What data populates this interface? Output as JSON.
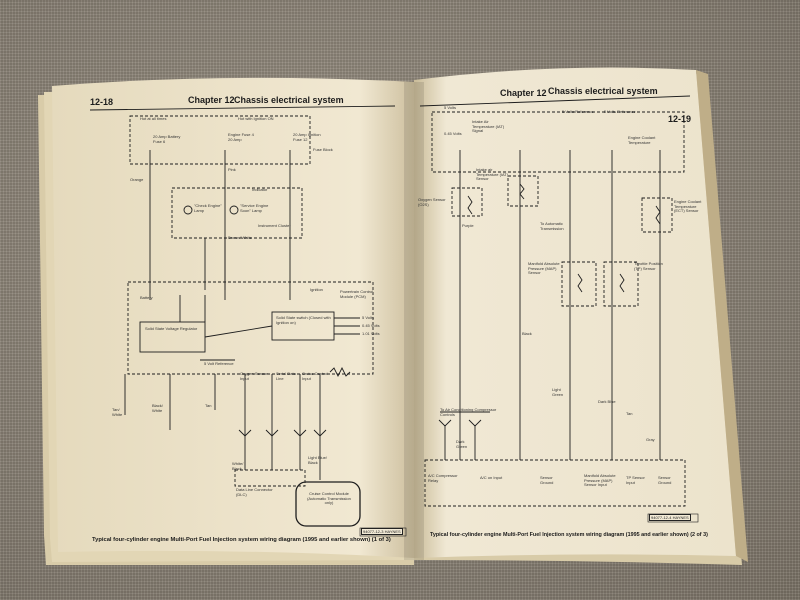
{
  "left_page": {
    "page_number": "12-18",
    "chapter": "Chapter 12",
    "section": "Chassis electrical system",
    "caption": "Typical four-cylinder engine Multi-Port Fuel Injection system wiring diagram (1995 and earlier shown) (1 of 3)",
    "figure_code": "94077-12-3 HAYNES",
    "labels": {
      "hot_at_all_times": "Hot at all times",
      "hot_with_ignition_on": "Hot with Ignition ON",
      "fuse_battery": "20 Amp Battery Fuse 6",
      "fuse_engine": "Engine Fuse 4 20 Amp",
      "fuse_ign": "20 Amp Ignition Fuse 12",
      "fuse_block": "Fuse Block",
      "indicator": "Indicator",
      "check_lamp": "\"Check Engine\" Lamp",
      "service_lamp": "\"Service Engine Soon\" Lamp",
      "instrument_cluster": "Instrument Cluster",
      "battery": "Battery",
      "ignition": "Ignition",
      "pcm": "Powertrain Control Module (PCM)",
      "voltage_regulator": "Solid State Voltage Regulator",
      "solid_state_switch": "Solid State switch (Closed with Ignition on)",
      "five_volts": "5 Volts",
      "point45_volts": "0.45 Volts",
      "one01_volts": "1.01 Volts",
      "ref_5v": "5 Volt Reference",
      "oxygen_sensor_input": "Oxygen Sensor Input",
      "serial_data_line": "Serial Data Line",
      "cruise_control_input": "Cruise Control Input",
      "dlc": "Data Line Connector (DLC)",
      "cruise_module": "Cruise Control Module (Automatic Transmission only)",
      "wire_orange": "Orange",
      "wire_tan_white": "Tan/ White",
      "wire_black_white": "Black/ White",
      "wire_white_black": "White/ Black",
      "wire_light_blue_black": "Light Blue/ Black",
      "wire_tan": "Tan",
      "wire_pink": "Pink",
      "wire_brown_white": "Brown/ White"
    }
  },
  "right_page": {
    "page_number": "12-19",
    "chapter": "Chapter 12",
    "section": "Chassis electrical system",
    "caption": "Typical four-cylinder engine Multi-Port Fuel Injection system wiring diagram (1995 and earlier shown) (2 of 3)",
    "figure_code": "94077-12-4 HAYNES",
    "labels": {
      "five_volts_a": "5 Volts",
      "five_volts_b": "5 Volts Reference",
      "five_volts_c": "5 Volts Reference",
      "point45_volts": "0.45 Volts",
      "intake_air_temp": "Intake Air Temperature (IAT) Signal",
      "engine_coolant": "Engine Coolant Temperature",
      "oxygen_sensor": "Oxygen Sensor (O2S)",
      "iat_sensor": "Intake air Temperature (IAT) Sensor",
      "to_transmission": "To Automatic Transmission",
      "map_sensor": "Manifold Absolute Pressure (MAP) Sensor",
      "tp_sensor": "Throttle Position (TP) Sensor",
      "ect_sensor": "Engine Coolant Temperature (ECT) Sensor",
      "ac_relay": "To Air Conditioning Compressor Controls",
      "ac_compressor_relay": "A/C Compressor Relay",
      "ac_on_input": "A/C on Input",
      "sensor_ground": "Sensor Ground",
      "map_sensor_input": "Manifold Absolute Pressure (MAP) Sensor Input",
      "tp_sensor_input": "TP Sensor Input",
      "sensor_ground_2": "Sensor Ground",
      "wire_purple": "Purple",
      "wire_black": "Black",
      "wire_light_green": "Light Green",
      "wire_dark_blue": "Dark Blue",
      "wire_dark_green": "Dark Green",
      "wire_tan": "Tan",
      "wire_gray": "Gray"
    }
  },
  "colors": {
    "cloth": "#8f877b",
    "paper": "#efe6cf",
    "paper_shadow": "#d6c9a8",
    "ink": "#1c1c1c"
  }
}
